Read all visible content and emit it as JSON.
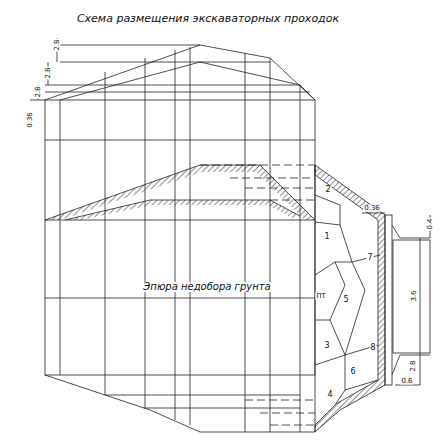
{
  "diagram": {
    "title": "Схема размещения экскаваторных проходок",
    "labels": [
      "Эпюра недобора грунта",
      "2",
      "1",
      "7",
      "ПТ",
      "5",
      "3",
      "8",
      "6",
      "4",
      "2.8",
      "2.8",
      "2.8",
      "0.36",
      "0.36",
      "0.4",
      "3.6",
      "2.8",
      "0.6"
    ]
  }
}
